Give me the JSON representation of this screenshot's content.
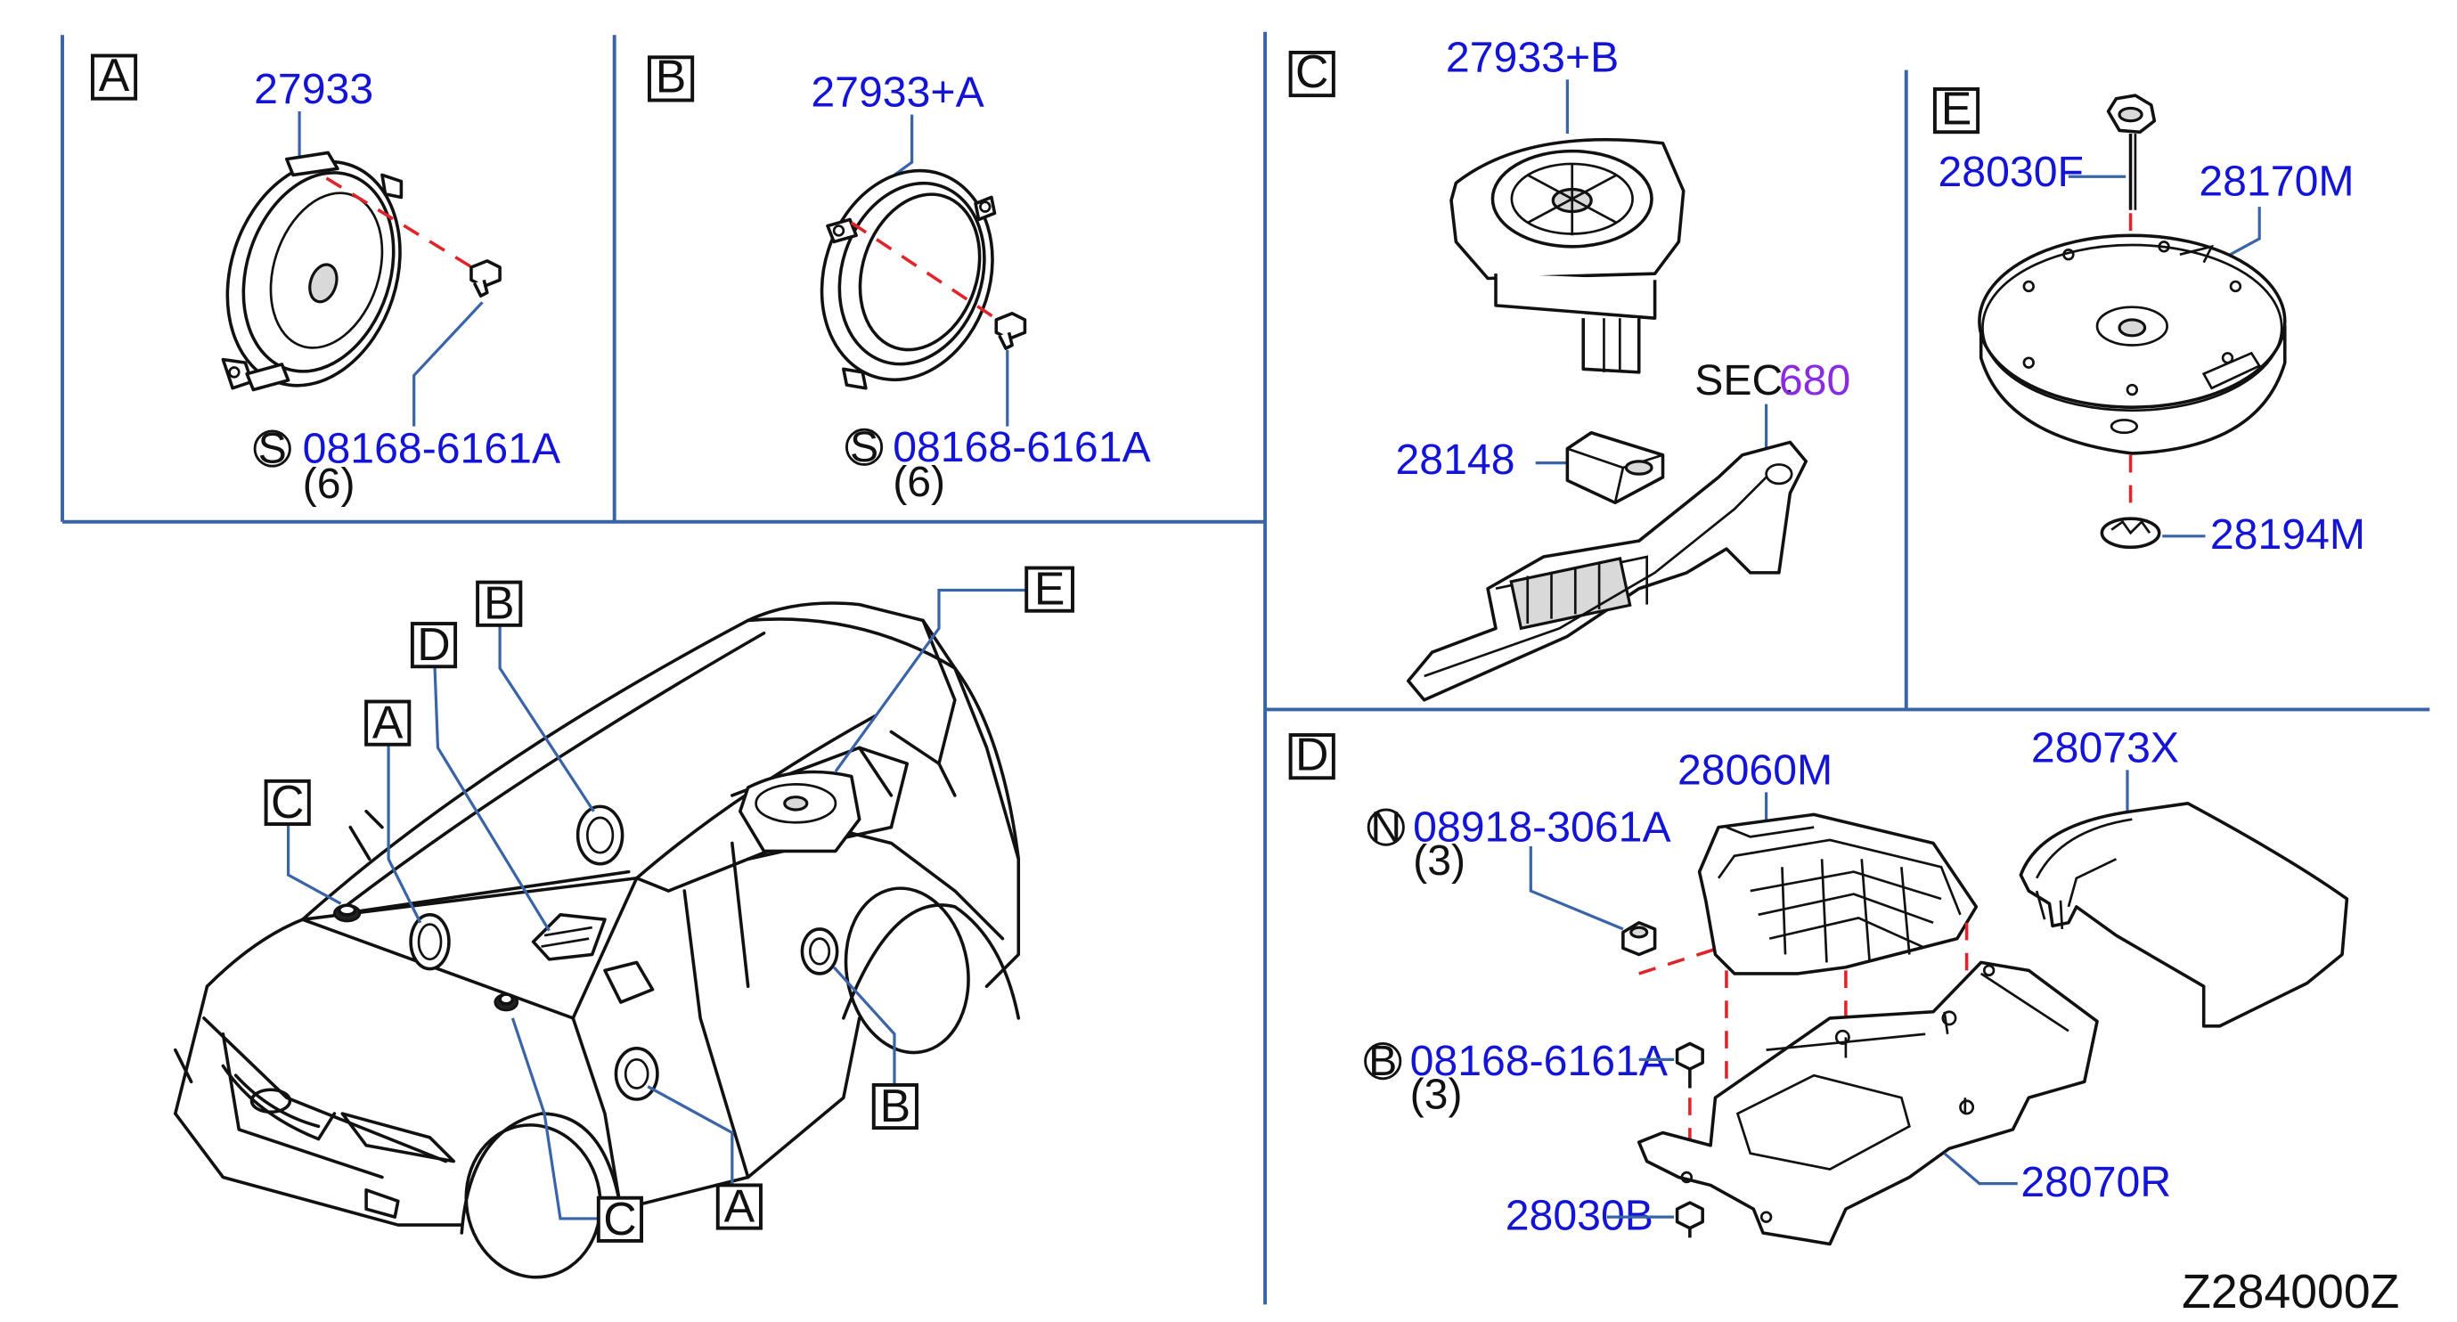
{
  "diagram_code": "Z284000Z",
  "colors": {
    "part_number": "#1414d6",
    "section_ref": "#8a2be2",
    "frame": "#3a64a8",
    "fastener_axis": "#e0242a"
  },
  "panels": {
    "A": {
      "label": "A",
      "speaker_part": "27933",
      "screw_symbol": "S",
      "screw_part": "08168-6161A",
      "screw_qty": "(6)"
    },
    "B": {
      "label": "B",
      "speaker_part": "27933+A",
      "screw_symbol": "S",
      "screw_part": "08168-6161A",
      "screw_qty": "(6)"
    },
    "C": {
      "label": "C",
      "tweeter_part": "27933+B",
      "bracket_part": "28148",
      "sec_prefix": "SEC.",
      "sec_number": "680"
    },
    "E": {
      "label": "E",
      "bolt_part": "28030F",
      "woofer_part": "28170M",
      "clip_part": "28194M"
    },
    "D": {
      "label": "D",
      "nut_symbol": "N",
      "nut_part": "08918-3061A",
      "nut_qty": "(3)",
      "amp_part": "28060M",
      "cover_part": "28073X",
      "bolt_symbol": "B",
      "bolt_part": "08168-6161A",
      "bolt_qty": "(3)",
      "bracket_part": "28070R",
      "screw_part": "28030B"
    }
  },
  "car_callouts": {
    "front_door": "A",
    "dash_left": "C",
    "amplifier": "D",
    "rear_upper": "B",
    "rear_woofer": "E",
    "rear_door": "B",
    "front_door_lower": "A",
    "dash_right": "C"
  }
}
